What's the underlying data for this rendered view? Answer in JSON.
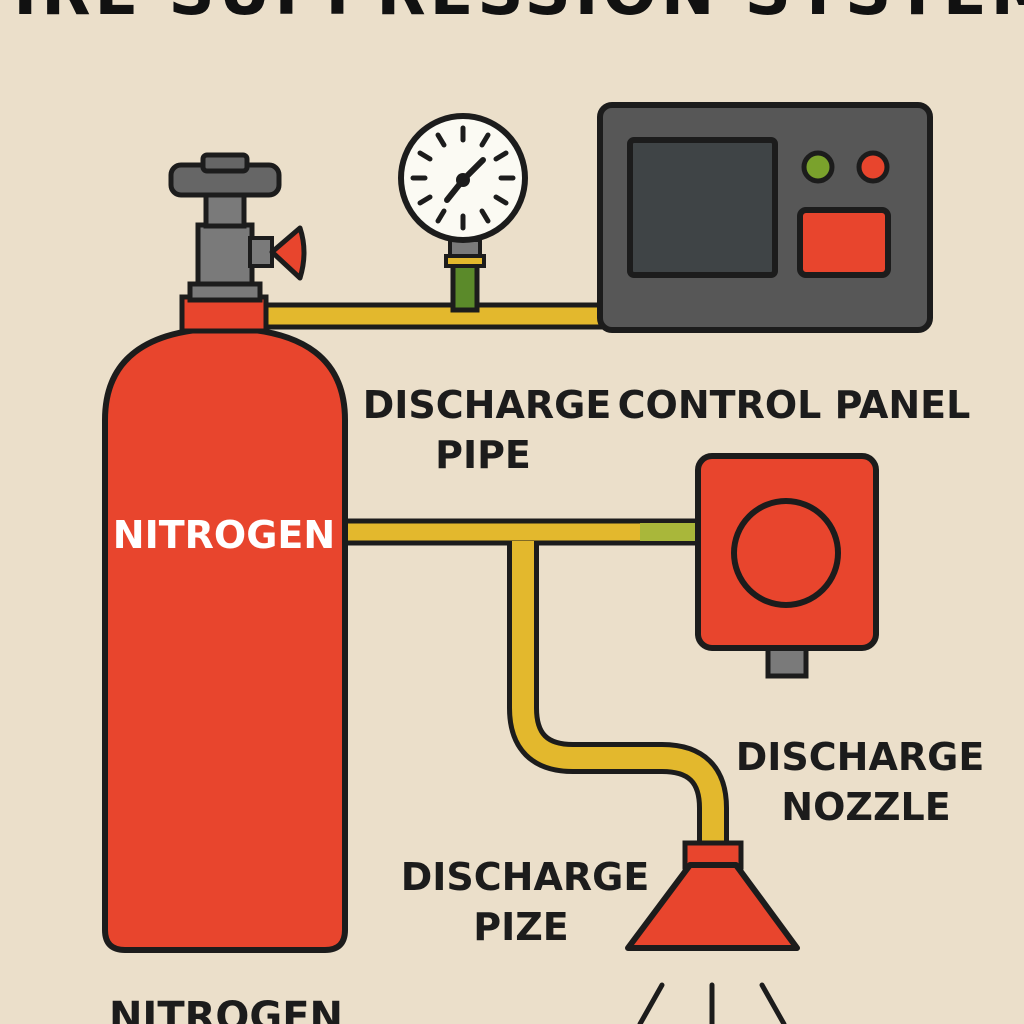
{
  "title": "FIRE SUPPRESSION SYSTEM",
  "cylinder": {
    "label": "NITROGEN"
  },
  "labels": {
    "discharge_pipe": [
      "DISCHARGE",
      "PIPE"
    ],
    "control_panel": "CONTROL PANEL",
    "discharge_nozzle": [
      "DISCHARGE",
      "NOZZLE"
    ],
    "discharge_pize": [
      "DISCHARGE",
      "PIZE"
    ],
    "bottom": "NITROGEN"
  },
  "colors": {
    "background": "#ebdfca",
    "cylinder_red": "#e8452d",
    "pipe_yellow": "#e3b82d",
    "pipe_green": "#5b8a2a",
    "panel_gray": "#575757",
    "screen_gray": "#3f4446",
    "valve_gray": "#7a7a7a",
    "led_green": "#7aa22c",
    "led_red": "#e8452d",
    "outline": "#1c1c1c"
  },
  "icons": {
    "gauge": "pressure-gauge-icon",
    "valve": "cylinder-valve-icon",
    "alarm": "alarm-bell-icon",
    "nozzle": "discharge-nozzle-icon"
  }
}
